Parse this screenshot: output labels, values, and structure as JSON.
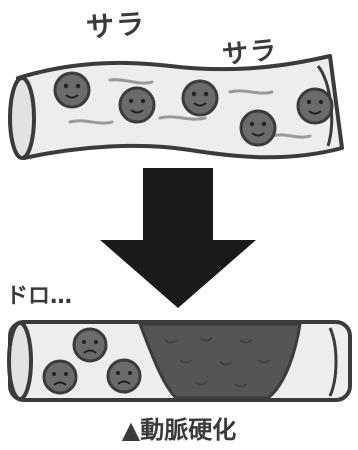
{
  "labels": {
    "sfx_left": "サラ",
    "sfx_right": "サラ",
    "sfx_blocked": "ドロ…",
    "caption": "▲動脈硬化"
  },
  "colors": {
    "vessel_fill": "#ededed",
    "outline": "#3b3b3b",
    "cell": "#6b6b6b",
    "plaque": "#555555",
    "arrow": "#1a1a1a"
  },
  "icons": {
    "healthy_cells": "smiling-blood-cell-icon",
    "sad_cells": "sad-blood-cell-icon",
    "arrow": "down-arrow-icon"
  }
}
